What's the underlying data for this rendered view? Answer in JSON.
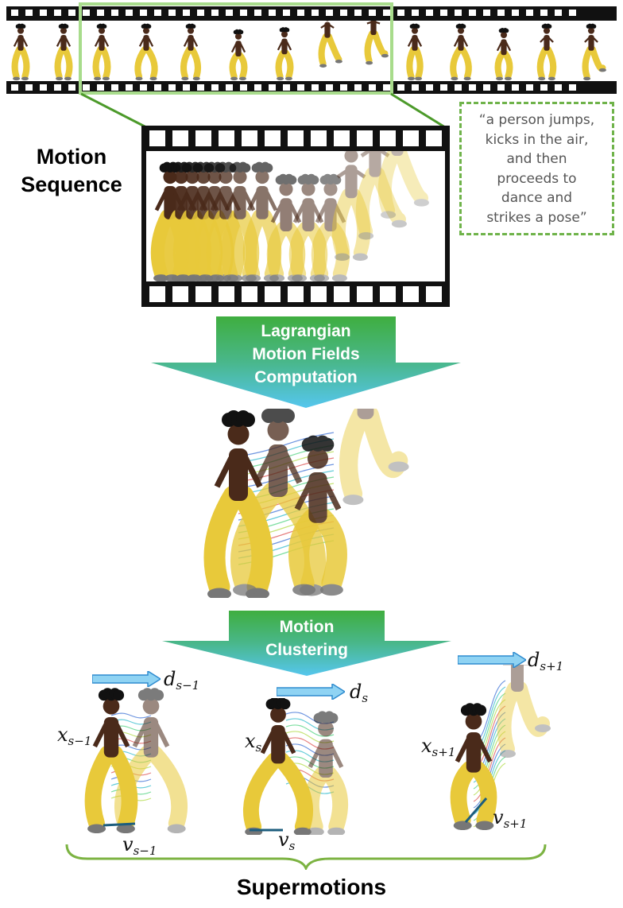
{
  "labels": {
    "motion_sequence_line1": "Motion",
    "motion_sequence_line2": "Sequence",
    "supermotions": "Supermotions"
  },
  "quote": {
    "lines": [
      "“a person jumps,",
      "kicks in the air,",
      "and then",
      "proceeds to",
      "dance and",
      "strikes a pose”"
    ]
  },
  "arrows": {
    "lagrangian": {
      "line1": "Lagrangian",
      "line2": "Motion Fields",
      "line3": "Computation"
    },
    "clustering": {
      "line1": "Motion",
      "line2": "Clustering"
    }
  },
  "math": {
    "d_prev": {
      "base": "d",
      "sub": "s−1"
    },
    "d_curr": {
      "base": "d",
      "sub": "s"
    },
    "d_next": {
      "base": "d",
      "sub": "s+1"
    },
    "x_prev": {
      "base": "x",
      "sub": "s−1"
    },
    "x_curr": {
      "base": "x",
      "sub": "s"
    },
    "x_next": {
      "base": "x",
      "sub": "s+1"
    },
    "v_prev": {
      "base": "v",
      "sub": "s−1"
    },
    "v_curr": {
      "base": "v",
      "sub": "s"
    },
    "v_next": {
      "base": "v",
      "sub": "s+1"
    }
  },
  "colors": {
    "arrow_top": "#3fae3f",
    "arrow_bottom": "#4fc3e6",
    "highlight_green": "#a8dc8c",
    "dashed_green": "#6fb34a",
    "character_yellow": "#e8c93a",
    "character_skin": "#4a2a1a",
    "brace_green": "#7cb342",
    "blue_arrow": "#2e8bcf"
  }
}
